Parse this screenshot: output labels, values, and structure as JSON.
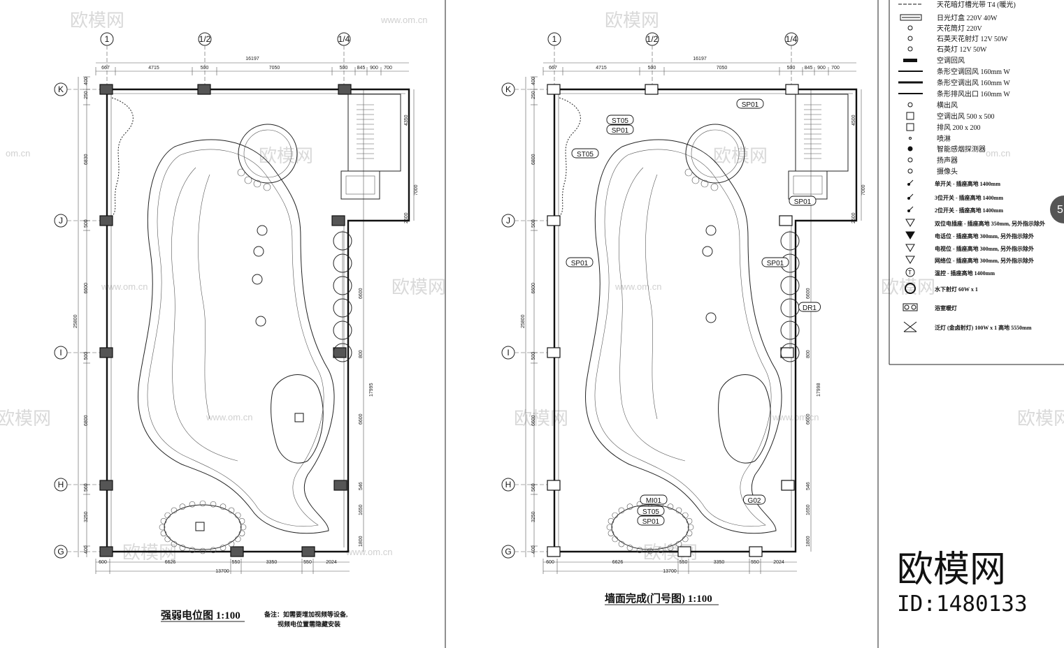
{
  "watermark": {
    "brand": "欧模网",
    "url": "www.om.cn",
    "url_cut": "om.cn",
    "logo_text": "欧模网",
    "id_text": "ID:1480133"
  },
  "plans": [
    {
      "title": "强弱电位图 1:100",
      "note_line1": "备注：如需要增加视频等设备,",
      "note_line2": "视频电位置需隐藏安装",
      "axes_top": [
        "1",
        "1/2",
        "1/4"
      ],
      "axes_side": [
        "K",
        "J",
        "I",
        "H",
        "G"
      ],
      "dims_top_total": "16197",
      "dims_top": [
        "667",
        "4715",
        "500",
        "7050",
        "500",
        "845",
        "900",
        "700"
      ],
      "dims_bottom": [
        "600",
        "6626",
        "550",
        "3350",
        "550",
        "2024"
      ],
      "dims_bottom_total": "13700",
      "dims_left_total": "25800",
      "dims_left": [
        "400",
        "250",
        "6830",
        "500",
        "6600",
        "500",
        "6800",
        "560",
        "3250",
        "400"
      ],
      "dims_right_upper": [
        "4350",
        "7000",
        "2500"
      ],
      "dims_right": [
        "6600",
        "800",
        "17995",
        "6600",
        "546",
        "1650",
        "1800"
      ],
      "tags": []
    },
    {
      "title": "墙面完成(门号图) 1:100",
      "note_line1": "",
      "note_line2": "",
      "axes_top": [
        "1",
        "1/2",
        "1/4"
      ],
      "axes_side": [
        "K",
        "J",
        "I",
        "H",
        "G"
      ],
      "dims_top_total": "16197",
      "dims_top": [
        "667",
        "4715",
        "500",
        "7050",
        "500",
        "845",
        "900",
        "700"
      ],
      "dims_bottom": [
        "600",
        "6626",
        "550",
        "3350",
        "550",
        "2024"
      ],
      "dims_bottom_total": "13700",
      "dims_left_total": "25800",
      "dims_left": [
        "400",
        "250",
        "6800",
        "500",
        "6600",
        "500",
        "6600",
        "560",
        "3250",
        "400"
      ],
      "dims_right_upper": [
        "4500",
        "7000",
        "2500"
      ],
      "dims_right": [
        "6600",
        "800",
        "17998",
        "6600",
        "546",
        "1650",
        "1800"
      ],
      "tags": [
        "SP01",
        "ST05",
        "SP01",
        "ST05",
        "SP01",
        "SP01",
        "SP01",
        "DR1",
        "MI01",
        "ST05",
        "SP01",
        "G02"
      ]
    }
  ],
  "legend": {
    "items": [
      {
        "label": "天花暗灯槽光带 T4 (暖光)",
        "icon": "dash-line-icon"
      },
      {
        "label": "日光灯盒   220V   40W",
        "icon": "fluorescent-box-icon"
      },
      {
        "label": "天花筒灯 220V",
        "icon": "downlight-icon"
      },
      {
        "label": "石英天花射灯 12V  50W",
        "icon": "spotlight-icon"
      },
      {
        "label": "石英灯  12V  50W",
        "icon": "quartz-lamp-icon"
      },
      {
        "label": "空调回风",
        "icon": "ac-return-icon"
      },
      {
        "label": "条形空调回风 160mm  W",
        "icon": "linear-return-icon"
      },
      {
        "label": "条形空调出风 160mm  W",
        "icon": "linear-supply-icon"
      },
      {
        "label": "条形排风出口 160mm  W",
        "icon": "linear-exhaust-icon"
      },
      {
        "label": "横出风",
        "icon": "side-supply-icon"
      },
      {
        "label": "空调出风 500 x 500",
        "icon": "square-diffuser-icon"
      },
      {
        "label": "排风  200 x 200",
        "icon": "exhaust-icon"
      },
      {
        "label": "喷淋",
        "icon": "sprinkler-icon"
      },
      {
        "label": "智能感烟探测器",
        "icon": "smoke-detector-icon"
      },
      {
        "label": "扬声器",
        "icon": "speaker-icon"
      },
      {
        "label": "摄像头",
        "icon": "camera-icon"
      },
      {
        "label": "单开关 - 插座高地 1400mm",
        "icon": "single-switch-icon"
      },
      {
        "label": "3位开关 - 插座高地 1400mm",
        "icon": "triple-switch-icon"
      },
      {
        "label": "2位开关 - 插座高地 1400mm",
        "icon": "double-switch-icon"
      },
      {
        "label": "双位电插座 - 插座高地 350mm, 另外指示除外",
        "icon": "double-socket-icon"
      },
      {
        "label": "电话位 - 插座高地 300mm, 另外指示除外",
        "icon": "phone-outlet-icon"
      },
      {
        "label": "电视位 - 插座高地 300mm, 另外指示除外",
        "icon": "tv-outlet-icon"
      },
      {
        "label": "网络位 - 插座高地 300mm, 另外指示除外",
        "icon": "network-outlet-icon"
      },
      {
        "label": "温控 - 插座高地 1400mm",
        "icon": "thermostat-icon"
      },
      {
        "label": "水下射灯 60W x 1",
        "icon": "underwater-light-icon"
      },
      {
        "label": "浴室暖灯",
        "icon": "bath-heater-icon"
      },
      {
        "label": "泛灯 (金卤射灯) 100W x 1 高地 5550mm",
        "icon": "flood-light-icon"
      }
    ]
  },
  "page_marker": "5"
}
